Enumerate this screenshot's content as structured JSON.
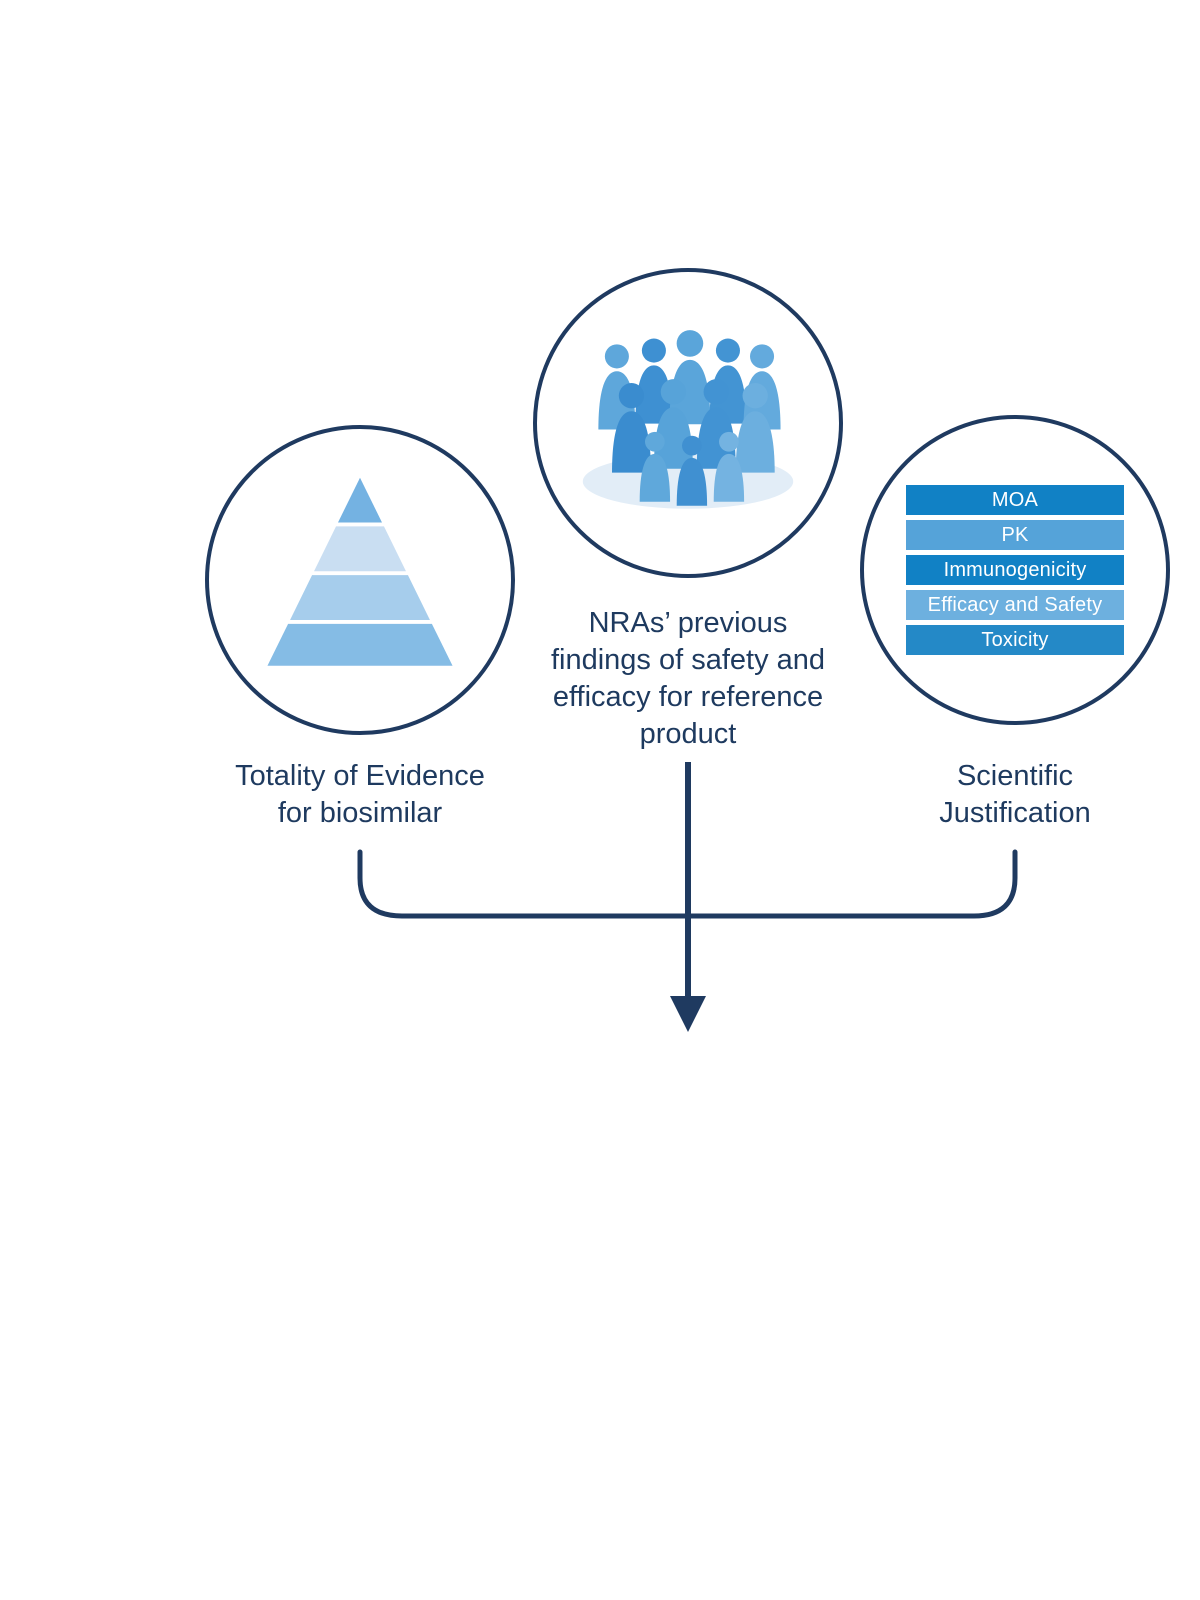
{
  "diagram": {
    "colors": {
      "outline": "#1f3a60",
      "text": "#1e3a5f",
      "arrow": "#1f3a60"
    },
    "left_circle": {
      "caption_lines": [
        "Totality of Evidence",
        "for biosimilar"
      ],
      "pyramid_layers": [
        {
          "name": "tier-1",
          "color": "#74b2e2"
        },
        {
          "name": "tier-2",
          "color": "#c9def2"
        },
        {
          "name": "tier-3",
          "color": "#a6cdec"
        },
        {
          "name": "tier-4",
          "color": "#85bce5"
        }
      ]
    },
    "middle_circle": {
      "caption_lines": [
        "NRAs’ previous",
        "findings of safety and",
        "efficacy for reference",
        "product"
      ]
    },
    "right_circle": {
      "caption_lines": [
        "Scientific",
        "Justification"
      ],
      "bars": [
        {
          "label": "MOA",
          "color": "#1181c5"
        },
        {
          "label": "PK",
          "color": "#55a3d9"
        },
        {
          "label": "Immunogenicity",
          "color": "#1181c5"
        },
        {
          "label": "Efficacy and Safety",
          "color": "#6db0df"
        },
        {
          "label": "Toxicity",
          "color": "#2489c7"
        }
      ]
    }
  }
}
